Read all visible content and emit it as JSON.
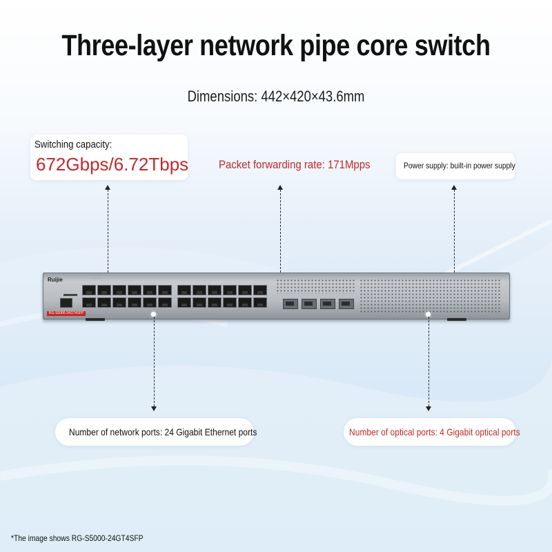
{
  "title": "Three-layer network pipe core switch",
  "dimensions": "Dimensions: 442×420×43.6mm",
  "specs": {
    "switching_capacity_label": "Switching capacity:",
    "switching_capacity_value": "672Gbps/6.72Tbps",
    "packet_forwarding": "Packet forwarding rate: 171Mpps",
    "power_supply": "Power supply: built-in power supply",
    "network_ports": "Number of network ports: 24 Gigabit Ethernet ports",
    "optical_ports": "Number of optical ports: 4 Gigabit optical ports"
  },
  "device": {
    "brand": "Ruijie",
    "model_badge": "RG-S5000-24GT4SFP",
    "ethernet_ports": 24,
    "sfp_ports": 4
  },
  "footnote": "*The image shows RG-S5000-24GT4SFP",
  "colors": {
    "accent_red": "#c62828",
    "text_dark": "#111111",
    "background": "#dbeaf7"
  }
}
